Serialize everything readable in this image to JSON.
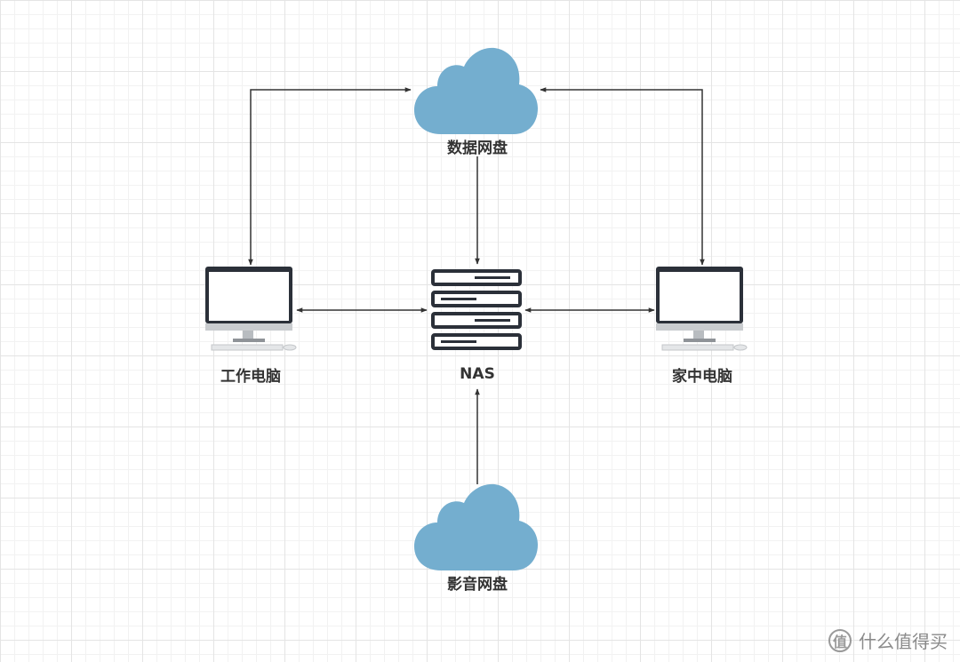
{
  "nodes": {
    "data_cloud": {
      "label": "数据网盘",
      "color": "#74AECF"
    },
    "media_cloud": {
      "label": "影音网盘",
      "color": "#74AECF"
    },
    "nas": {
      "label": "NAS"
    },
    "work_pc": {
      "label": "工作电脑"
    },
    "home_pc": {
      "label": "家中电脑"
    }
  },
  "edges": [
    {
      "from": "data_cloud",
      "to": "work_pc",
      "direction": "both"
    },
    {
      "from": "data_cloud",
      "to": "home_pc",
      "direction": "both"
    },
    {
      "from": "data_cloud",
      "to": "nas",
      "direction": "forward"
    },
    {
      "from": "work_pc",
      "to": "nas",
      "direction": "both"
    },
    {
      "from": "nas",
      "to": "home_pc",
      "direction": "both"
    },
    {
      "from": "media_cloud",
      "to": "nas",
      "direction": "forward"
    }
  ],
  "colors": {
    "line": "#333333",
    "device": "#2b3039",
    "cloud": "#74AECF"
  },
  "watermark": {
    "text": "什么值得买",
    "icon_glyph": "值"
  }
}
